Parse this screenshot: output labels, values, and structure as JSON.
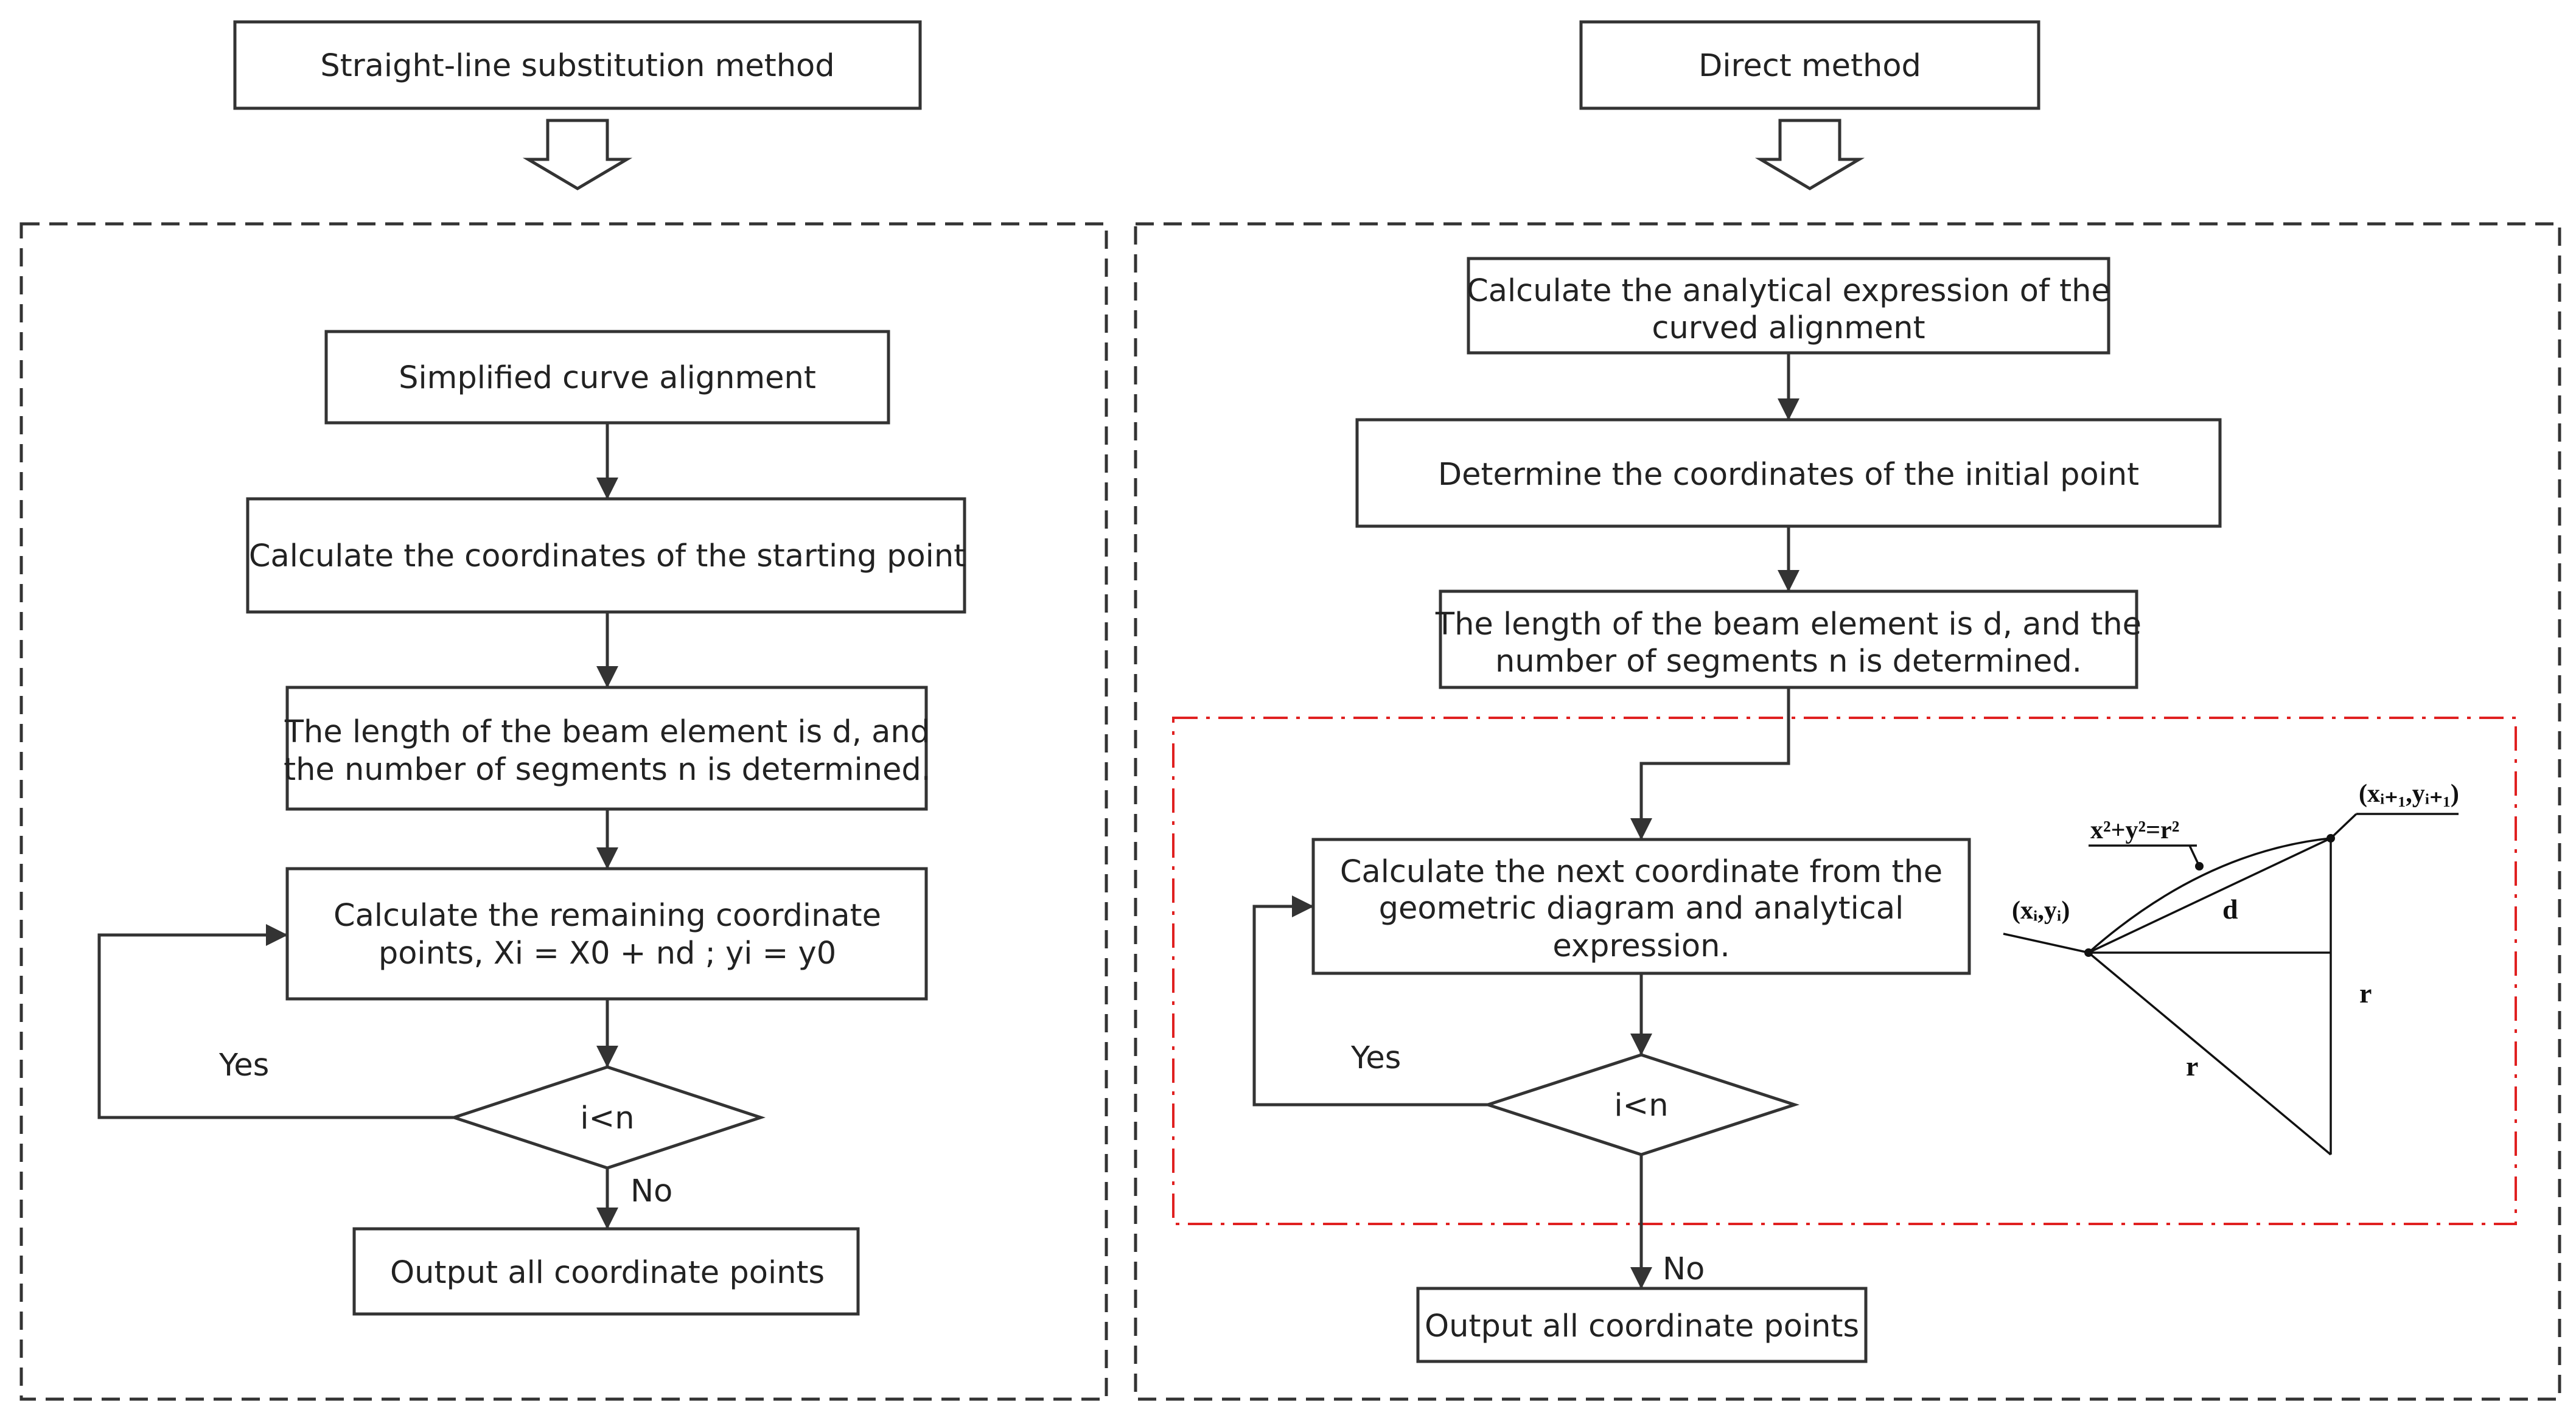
{
  "left": {
    "method_title": "Straight-line substitution method",
    "step1": "Simplified curve alignment",
    "step2": "Calculate the coordinates of the starting point",
    "step3_line1": "The length of the beam element is d, and",
    "step3_line2": "the number of segments n is determined.",
    "step4_line1": "Calculate the remaining coordinate",
    "step4_line2": "points, Xi = X0 + nd ; yi = y0",
    "decision": "i<n",
    "yes": "Yes",
    "no": "No",
    "output": "Output all coordinate points"
  },
  "right": {
    "method_title": "Direct method",
    "step1_line1": "Calculate the analytical expression of the",
    "step1_line2": "curved alignment",
    "step2": "Determine the coordinates of the initial point",
    "step3_line1": "The length of the beam element is d, and the",
    "step3_line2": "number of segments n is determined.",
    "step4_line1": "Calculate the next coordinate from the",
    "step4_line2": "geometric diagram and analytical",
    "step4_line3": "expression.",
    "decision": "i<n",
    "yes": "Yes",
    "no": "No",
    "output": "Output all coordinate points"
  },
  "geometry_figure": {
    "equation_text": "x²+y²=r²",
    "point_i": "(xᵢ,yᵢ)",
    "point_next": "(xᵢ₊₁,yᵢ₊₁)",
    "chord_label": "d",
    "radius_label_1": "r",
    "radius_label_2": "r"
  },
  "colors": {
    "stroke": "#333333",
    "highlight_border": "#e02020",
    "text": "#222222"
  }
}
